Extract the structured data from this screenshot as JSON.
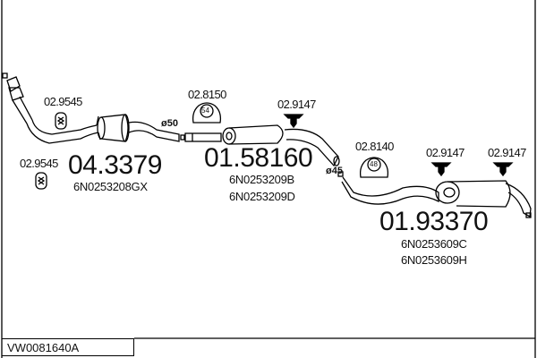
{
  "diagram_id": "VW0081640A",
  "parts": [
    {
      "number": "04.3379",
      "oem": [
        "6N0253208GX"
      ]
    },
    {
      "number": "01.58160",
      "oem": [
        "6N0253209B",
        "6N0253209D"
      ]
    },
    {
      "number": "01.93370",
      "oem": [
        "6N0253609C",
        "6N0253609H"
      ]
    }
  ],
  "accessories": {
    "rubber_mount_1": "02.9545",
    "rubber_mount_2": "02.9545",
    "clamp_54": {
      "code": "02.8150",
      "size": "54"
    },
    "clamp_48": {
      "code": "02.8140",
      "size": "48"
    },
    "hanger_1": "02.9147",
    "hanger_2": "02.9147",
    "hanger_3": "02.9147"
  },
  "diameters": {
    "d50": "ø50",
    "d45": "ø45"
  }
}
